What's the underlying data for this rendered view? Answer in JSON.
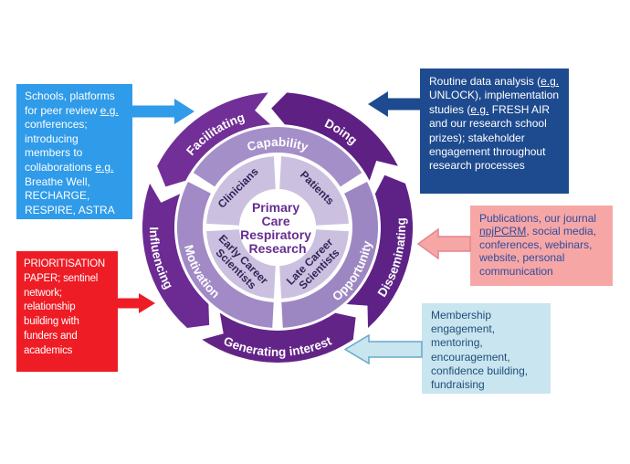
{
  "figure": {
    "background": "#FFFFFF",
    "description_title": "Primary Care Respiratory Research wheel"
  },
  "wheel": {
    "center_label": {
      "line1": "Primary",
      "line2": "Care",
      "line3": "Respiratory",
      "line4": "Research",
      "text_color": "#662D91"
    },
    "outer_ring": {
      "text_color": "#FFFFFF",
      "segments": [
        {
          "id": "doing",
          "label": "Doing",
          "color": "#5E2083"
        },
        {
          "id": "disseminating",
          "label": "Disseminating",
          "color": "#5E2287"
        },
        {
          "id": "generating-interest",
          "label": "Generating interest",
          "color": "#632487"
        },
        {
          "id": "influencing",
          "label": "Influencing",
          "color": "#6B2B93"
        },
        {
          "id": "facilitating",
          "label": "Facilitating",
          "color": "#722F97"
        }
      ]
    },
    "middle_ring": {
      "text_color": "#FFFFFF",
      "segments": [
        {
          "id": "capability",
          "label": "Capability",
          "color": "#A58FC9"
        },
        {
          "id": "opportunity",
          "label": "Opportunity",
          "color": "#9D87C2"
        },
        {
          "id": "motivation",
          "label": "Motivation",
          "color": "#A18AC6"
        }
      ]
    },
    "inner_ring": {
      "color": "#CCC0E0",
      "text_color": "#2F2556",
      "segments": [
        {
          "id": "patients",
          "label": "Patients"
        },
        {
          "id": "late-career-scientists",
          "label_line1": "Late Career",
          "label_line2": "Scientists"
        },
        {
          "id": "early-career-scientists",
          "label_line1": "Early Career",
          "label_line2": "Scientists"
        },
        {
          "id": "clinicians",
          "label": "Clinicians"
        }
      ]
    }
  },
  "callouts": {
    "facilitating": {
      "bg": "#2F9BE9",
      "text_color": "#FFFFFF",
      "t1": "Schools, platforms for peer review ",
      "u1": "e.g.",
      "t2": " conferences; introducing members to collaborations ",
      "u2": "e.g.",
      "t3": " Breathe Well, RECHARGE, RESPIRE, ASTRA"
    },
    "doing": {
      "bg": "#1E4B8F",
      "text_color": "#FFFFFF",
      "t1": "Routine data analysis (",
      "u1": "e.g.",
      "t2": " UNLOCK), implementation studies (",
      "u2": "e.g.",
      "t3": " FRESH AIR and our research school prizes); stakeholder engagement throughout research processes"
    },
    "disseminating": {
      "bg": "#F7A6A6",
      "text_color": "#2E4C9C",
      "t1": "Publications, our journal ",
      "u1": "npjPCRM",
      "t2": ", social media, conferences, webinars, website, personal communication",
      "u2": "",
      "t3": ""
    },
    "generating_interest": {
      "bg": "#C9E5EF",
      "text_color": "#1F4E79",
      "t1": "Membership engagement, mentoring, encouragement, confidence building, fundraising",
      "u1": "",
      "t2": "",
      "u2": "",
      "t3": ""
    },
    "influencing": {
      "bg": "#EE1C25",
      "text_color": "#FFFFFF",
      "t1": "PRIORITISATION PAPER; sentinel network; relationship building with funders and academics",
      "u1": "",
      "t2": "",
      "u2": "",
      "t3": ""
    }
  },
  "arrows": {
    "facilitating": {
      "color": "#2F9BE9",
      "direction": "right"
    },
    "doing": {
      "color": "#1E4B8F",
      "direction": "left"
    },
    "disseminating": {
      "fill": "#F7A6A6",
      "stroke": "#E4868E",
      "direction": "left"
    },
    "generating_interest": {
      "fill": "#C9E5EF",
      "stroke": "#66A9CC",
      "direction": "left"
    },
    "influencing": {
      "color": "#EE1C25",
      "direction": "right"
    }
  }
}
